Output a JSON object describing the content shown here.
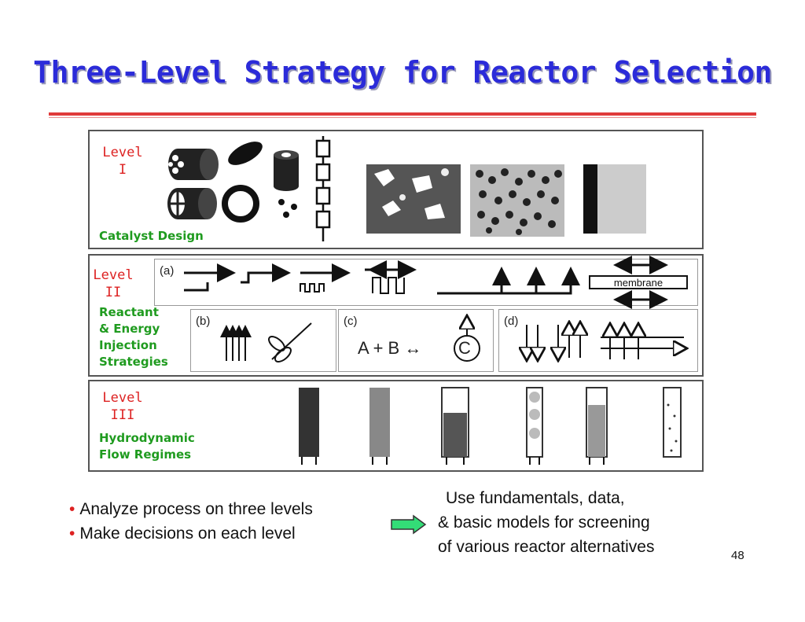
{
  "slide": {
    "title": "Three-Level Strategy for Reactor Selection",
    "page_number": "48"
  },
  "level1": {
    "label_line1": "Level",
    "label_line2": "I",
    "caption": "Catalyst Design"
  },
  "level2": {
    "label_line1": "Level",
    "label_line2": "II",
    "caption_lines": [
      "Reactant",
      "& Energy",
      "Injection",
      "Strategies"
    ],
    "sub_a": "(a)",
    "sub_b": "(b)",
    "sub_c": "(c)",
    "sub_d": "(d)",
    "equation": "A + B ↔",
    "product": "C",
    "membrane": "membrane"
  },
  "level3": {
    "label_line1": "Level",
    "label_line2": "III",
    "caption_lines": [
      "Hydrodynamic",
      "Flow Regimes"
    ]
  },
  "bullets": [
    "Analyze process on three levels",
    "Make decisions on each level"
  ],
  "note_lines": [
    "Use fundamentals, data,",
    "& basic models for screening",
    "of various reactor alternatives"
  ],
  "colors": {
    "title": "#2b2bd9",
    "level_label": "#dd2222",
    "caption": "#1f9b1f",
    "rule": "#e03a3a",
    "arrow_fill": "#33dd77"
  }
}
